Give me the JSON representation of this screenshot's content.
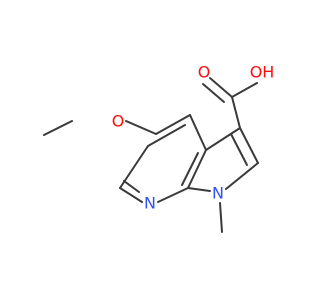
{
  "molecule": {
    "atoms": [
      {
        "id": "oxygen-carbonyl",
        "symbol": "O",
        "color": "#ff0d0d"
      },
      {
        "id": "hydroxyl",
        "symbol": "OH",
        "color": "#ff0d0d"
      },
      {
        "id": "oxygen-methoxy",
        "symbol": "O",
        "color": "#ff0d0d"
      },
      {
        "id": "nitrogen-pyridine",
        "symbol": "N",
        "color": "#3050f8"
      },
      {
        "id": "nitrogen-pyrrole",
        "symbol": "N",
        "color": "#3050f8"
      }
    ]
  }
}
